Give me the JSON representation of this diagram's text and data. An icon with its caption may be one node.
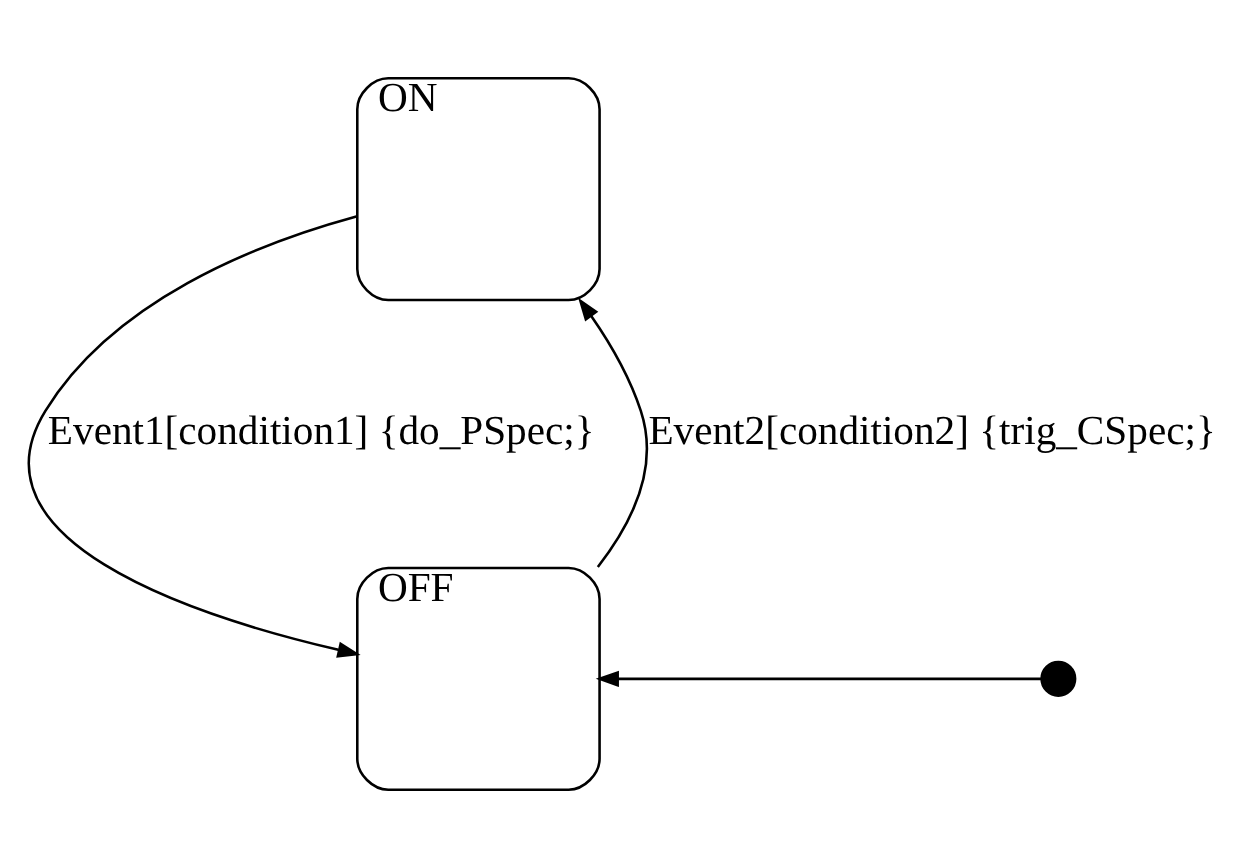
{
  "diagram": {
    "nodes": [
      {
        "text": [
          "ON"
        ]
      },
      {
        "text": [
          "OFF"
        ]
      },
      {
        "text": [],
        "shape": "circle"
      }
    ],
    "edges": [
      {
        "from": 0,
        "to": 1,
        "arrow": "to",
        "label": "Event1[condition1] {do_PSpec;}"
      },
      {
        "from": 1,
        "to": 0,
        "arrow": "to",
        "label": "Event2[condition2] {trig_CSpec;}"
      },
      {
        "from": 2,
        "to": 1,
        "arrow": "to"
      }
    ]
  }
}
